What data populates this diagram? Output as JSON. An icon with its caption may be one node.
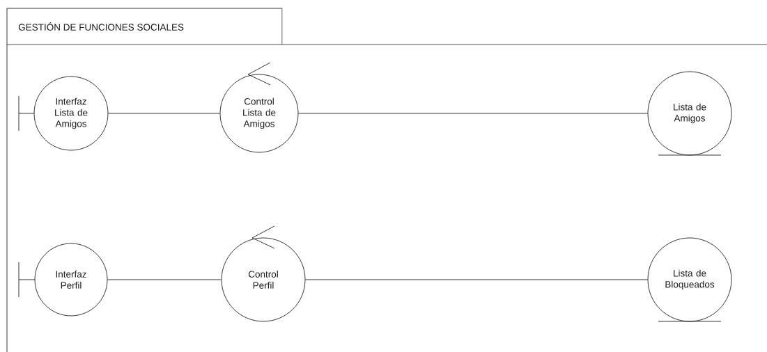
{
  "diagram": {
    "nodes": [
      {
        "text": [
          "GESTIÓN DE FUNCIONES SOCIALES"
        ]
      },
      {
        "text": [
          "Interfaz Lista de Amigos"
        ],
        "in": 0
      },
      {
        "text": [
          "Control Lista de Amigos"
        ],
        "in": 0
      },
      {
        "text": [
          "Lista de Amigos"
        ],
        "in": 0
      },
      {
        "text": [
          "Interfaz Perfil"
        ],
        "in": 0
      },
      {
        "text": [
          "Control Perfil"
        ],
        "in": 0
      },
      {
        "text": [
          "Lista de Bloqueados"
        ],
        "in": 0
      }
    ],
    "edges": [
      {
        "from": 1,
        "to": 2,
        "arrow": "none"
      },
      {
        "from": 2,
        "to": 3,
        "arrow": "none"
      },
      {
        "from": 4,
        "to": 5,
        "arrow": "none"
      },
      {
        "from": 5,
        "to": 6,
        "arrow": "none"
      }
    ]
  }
}
